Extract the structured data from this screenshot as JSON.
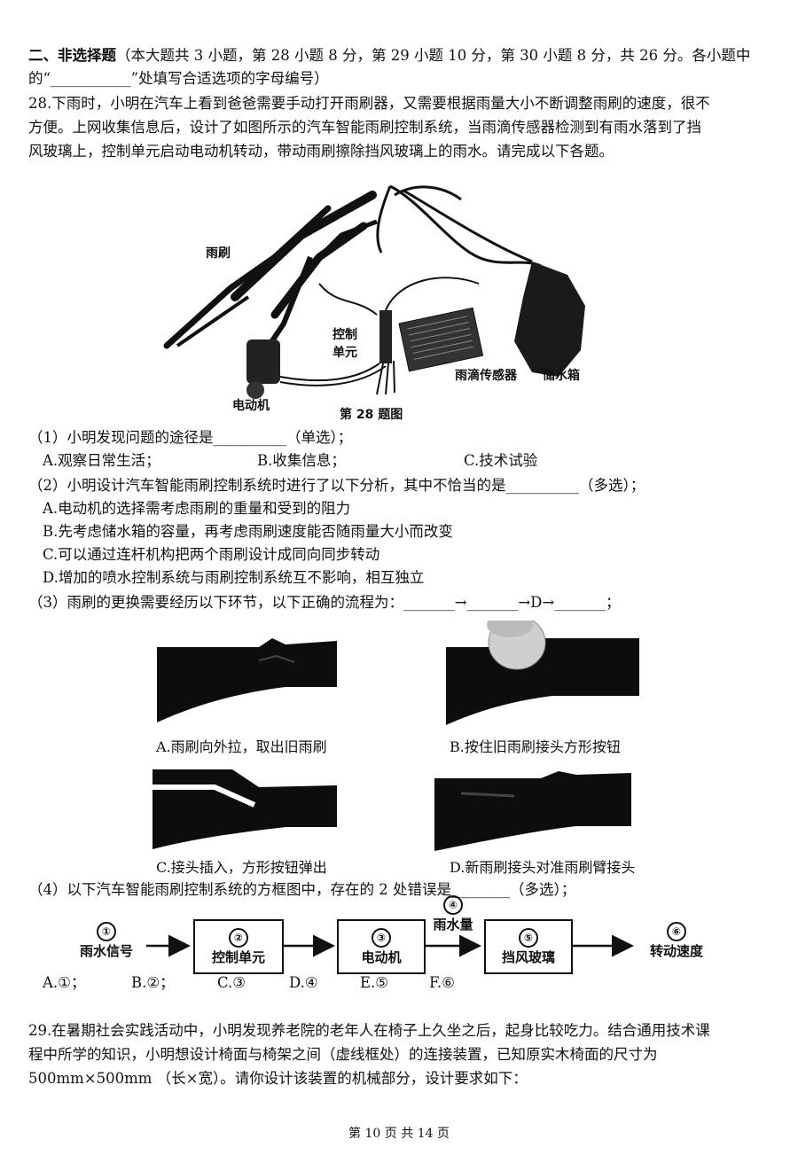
{
  "section": {
    "title": "二、非选择题",
    "desc": "（本大题共 3 小题，第 28 小题 8 分，第 29 小题 10 分，第 30 小题 8 分，共 26 分。各小题中",
    "desc2": "的“___________”处填写合适选项的字母编号）"
  },
  "q28": {
    "intro": [
      "28.下雨时，小明在汽车上看到爸爸需要手动打开雨刷器，又需要根据雨量大小不断调整雨刷的速度，很不",
      "方便。上网收集信息后，设计了如图所示的汽车智能雨刷控制系统，当雨滴传感器检测到有雨水落到了挡",
      "风玻璃上，控制单元启动电动机转动，带动雨刷擦除挡风玻璃上的雨水。请完成以下各题。"
    ],
    "figure": {
      "label_wiper": "雨刷",
      "label_control": "控制",
      "label_unit": "单元",
      "label_sensor": "雨滴传感器",
      "label_tank": "储水箱",
      "label_motor": "电动机",
      "caption": "第 28 题图"
    },
    "sub1": {
      "stem": "（1）小明发现问题的途径是__________（单选）；",
      "options": [
        "A.观察日常生活；",
        "B.收集信息；",
        "C.技术试验"
      ]
    },
    "sub2": {
      "stem": "（2）小明设计汽车智能雨刷控制系统时进行了以下分析，其中不恰当的是__________（多选）；",
      "options": [
        "A.电动机的选择需考虑雨刷的重量和受到的阻力",
        "B.先考虑储水箱的容量，再考虑雨刷速度能否随雨量大小而改变",
        "C.可以通过连杆机构把两个雨刷设计成同向同步转动",
        "D.增加的喷水控制系统与雨刷控制系统互不影响，相互独立"
      ]
    },
    "sub3": {
      "stem": "（3）雨刷的更换需要经历以下环节，以下正确的流程为：_______→_______→D→_______；",
      "captions": [
        "A.雨刷向外拉，取出旧雨刷",
        "B.按住旧雨刷接头方形按钮",
        "C.接头插入，方形按钮弹出",
        "D.新雨刷接头对准雨刷臂接头"
      ]
    },
    "sub4": {
      "stem": "（4）以下汽车智能雨刷控制系统的方框图中，存在的 2 处错误是________（多选）；",
      "nodes": {
        "n1_num": "①",
        "n1": "雨水信号",
        "n2_num": "②",
        "n2": "控制单元",
        "n3_num": "③",
        "n3": "电动机",
        "n4_num": "④",
        "n4": "雨水量",
        "n5_num": "⑤",
        "n5": "挡风玻璃",
        "n6_num": "⑥",
        "n6": "转动速度"
      },
      "options": [
        "A.①；",
        "B.②；",
        "C.③",
        "D.④",
        "E.⑤",
        "F.⑥"
      ]
    }
  },
  "q29": {
    "lines": [
      "29.在暑期社会实践活动中，小明发现养老院的老年人在椅子上久坐之后，起身比较吃力。结合通用技术课",
      "程中所学的知识，小明想设计椅面与椅架之间（虚线框处）的连接装置，已知原实木椅面的尺寸为",
      "500mm×500mm （长×宽）。请你设计该装置的机械部分，设计要求如下："
    ]
  },
  "footer": "第 10 页 共 14 页"
}
